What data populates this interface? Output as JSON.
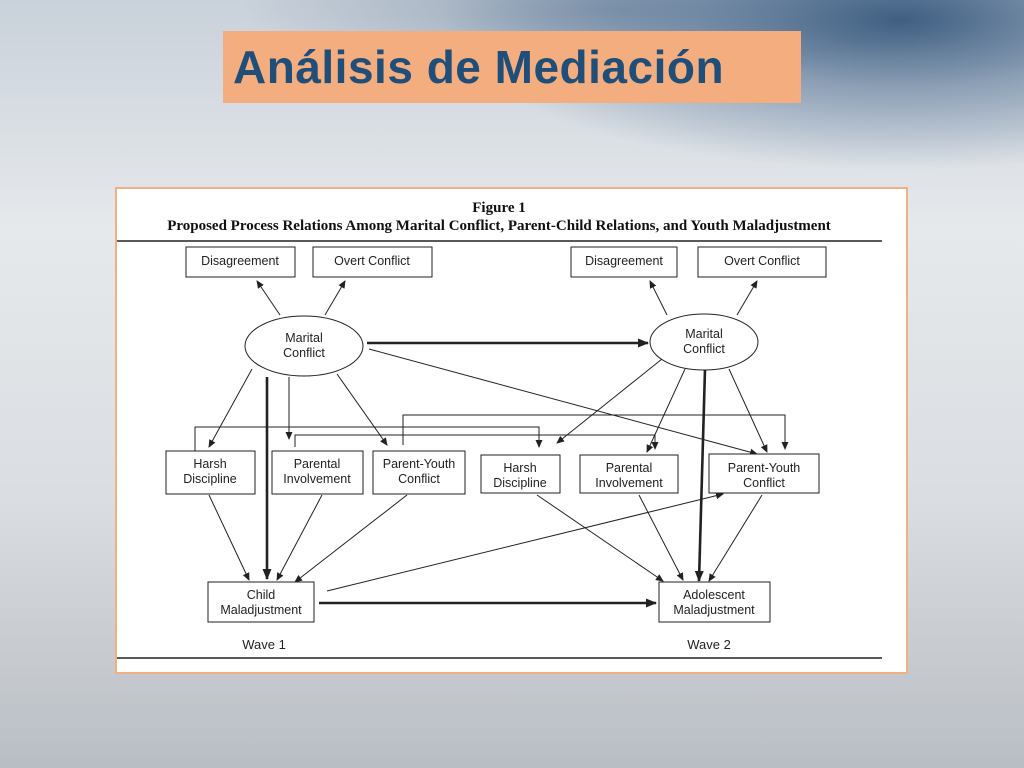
{
  "slide": {
    "title": "Análisis de Mediación"
  },
  "figure": {
    "label": "Figure 1",
    "caption": "Proposed Process Relations Among Marital Conflict, Parent-Child Relations, and Youth Maladjustment",
    "wave1_label": "Wave 1",
    "wave2_label": "Wave 2",
    "nodes": {
      "w1_disagreement": [
        "Disagreement"
      ],
      "w1_overt_conflict": [
        "Overt Conflict"
      ],
      "w2_disagreement": [
        "Disagreement"
      ],
      "w2_overt_conflict": [
        "Overt Conflict"
      ],
      "w1_marital": [
        "Marital",
        "Conflict"
      ],
      "w2_marital": [
        "Marital",
        "Conflict"
      ],
      "w1_harsh": [
        "Harsh",
        "Discipline"
      ],
      "w1_involvement": [
        "Parental",
        "Involvement"
      ],
      "w1_pyc": [
        "Parent-Youth",
        "Conflict"
      ],
      "w2_harsh": [
        "Harsh",
        "Discipline"
      ],
      "w2_involvement": [
        "Parental",
        "Involvement"
      ],
      "w2_pyc": [
        "Parent-Youth",
        "Conflict"
      ],
      "w1_child": [
        "Child",
        "Maladjustment"
      ],
      "w2_adolescent": [
        "Adolescent",
        "Maladjustment"
      ]
    },
    "colors": {
      "title_bg": "#f4ad7f",
      "title_text": "#1f4e79",
      "figure_border": "#f0b080",
      "lines": "#222222"
    }
  }
}
